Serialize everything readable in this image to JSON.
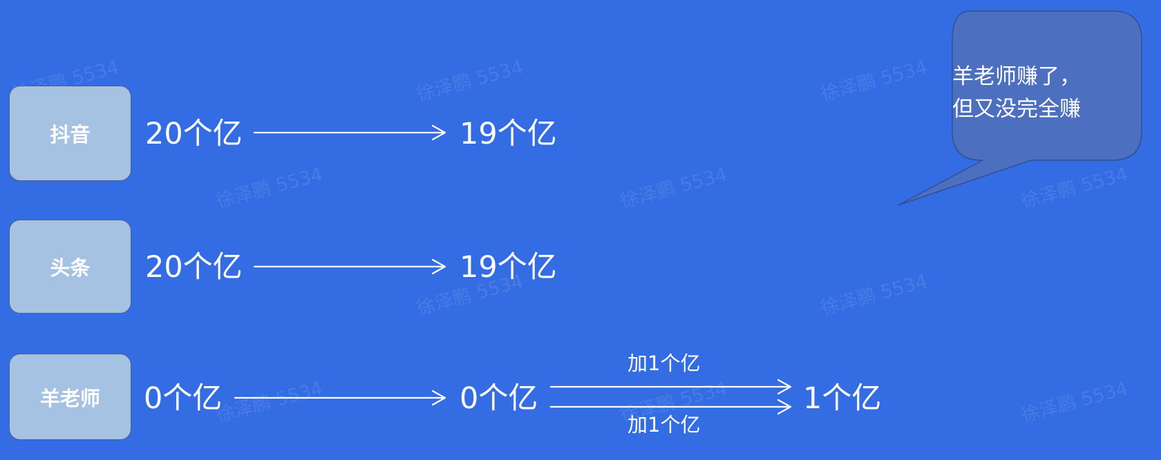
{
  "colors": {
    "background": "#346ce3",
    "box_fill": "#a6c2e3",
    "box_border": "#4a5f8e",
    "bubble_fill": "#4d6fbf",
    "arrow": "#ffffff"
  },
  "rows": [
    {
      "name": "抖音",
      "start": "20个亿",
      "end": "19个亿"
    },
    {
      "name": "头条",
      "start": "20个亿",
      "end": "19个亿"
    },
    {
      "name": "羊老师",
      "start": "0个亿",
      "end": "0个亿",
      "final": "1个亿",
      "upper_label": "加1个亿",
      "lower_label": "加1个亿"
    }
  ],
  "bubble": {
    "line1": "羊老师赚了，",
    "line2": "但又没完全赚"
  },
  "watermark": "徐泽鹏 5534"
}
